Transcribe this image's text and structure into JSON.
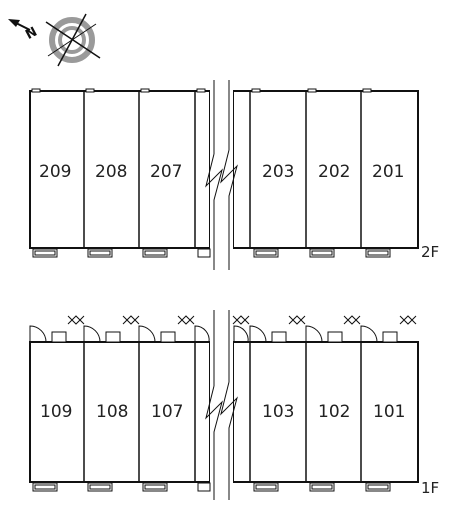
{
  "compass": {
    "north_label": "N",
    "icon": "compass-rose"
  },
  "floors": [
    {
      "label": "2F",
      "rooms": [
        "209",
        "208",
        "207",
        "203",
        "202",
        "201"
      ]
    },
    {
      "label": "1F",
      "rooms": [
        "109",
        "108",
        "107",
        "103",
        "102",
        "101"
      ]
    }
  ],
  "colors": {
    "wall": "#111111",
    "compass_ring": "#9a9a9a",
    "background": "#ffffff"
  }
}
